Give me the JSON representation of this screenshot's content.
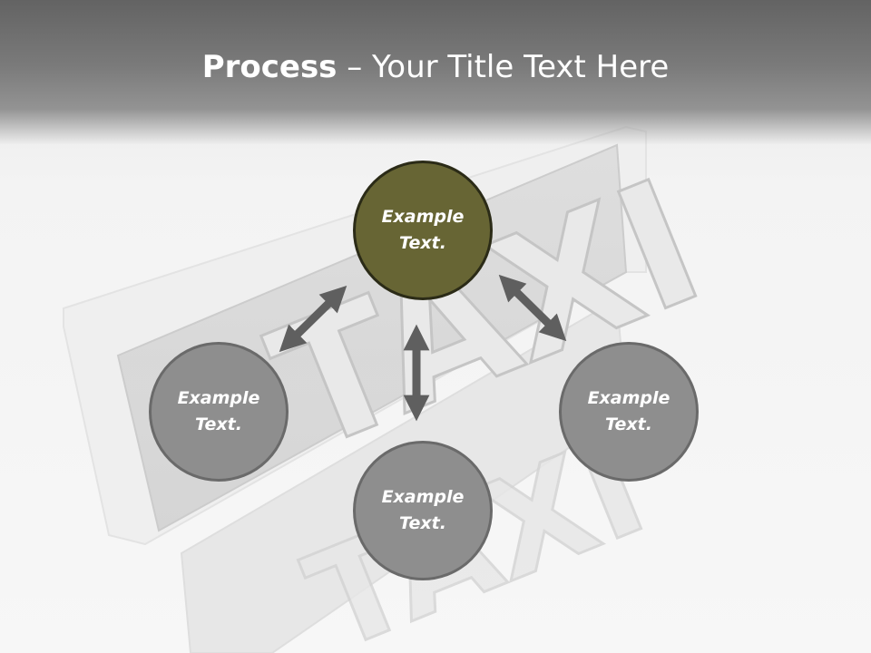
{
  "title": {
    "bold": "Process",
    "rest": " – Your Title Text Here"
  },
  "nodes": {
    "top": "Example\nText.",
    "left": "Example\nText.",
    "right": "Example\nText.",
    "bottom": "Example\nText."
  },
  "colors": {
    "center_fill": "#676534",
    "center_border": "#2b2b17",
    "node_fill": "#8e8e8e",
    "node_border": "#6a6a6a",
    "arrow": "#5f5f5f",
    "title_band": "#6e6e6e"
  },
  "background_image": {
    "sign_text": "TAXI"
  }
}
